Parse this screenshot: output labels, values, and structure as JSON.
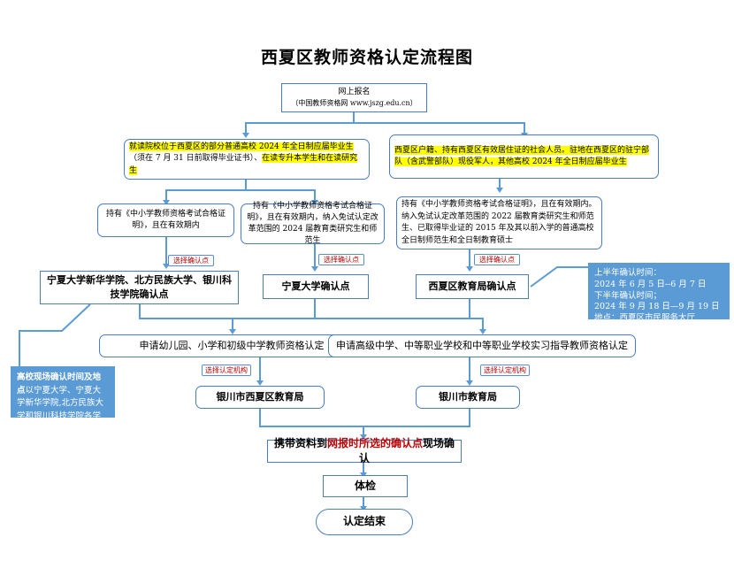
{
  "title": "西夏区教师资格认定流程图",
  "colors": {
    "line": "#5b9bd5",
    "box_border": "#4a7ebb",
    "highlight": "#ffff00",
    "note_fill": "#5b9bd5",
    "chip_text": "#c00000"
  },
  "nodes": {
    "apply_online": {
      "line1": "网上报名",
      "line2": "（中国教师资格网 www.jszg.edu.cn）"
    },
    "branch_left": {
      "seg1": "就读院校位于西夏区的部分普通高校 2024 年全日制应届毕业生",
      "seg2": "（须在 7 月 31 日前取得毕业证书）、",
      "seg3": "在读专升本学生和在读研究生"
    },
    "branch_right": {
      "seg1": "西夏区户籍、持有西夏区有效居住证的社会人员。驻地在西夏区的驻宁部队（含武警部队）现役军人，",
      "seg2": "其他高校 2024 年全日制应届毕业生"
    },
    "cond_left": "持有《中小学教师资格考试合格证明》，且在有效期内",
    "cond_mid": "持有《中小学教师资格考试合格证明》，且在有效期内，纳入免试认定改革范围的 2024 届教育类研究生和师范生",
    "cond_right": "持有《中小学教师资格考试合格证明》，且在有效期内。纳入免试认定改革范围的 2022 届教育类研究生和师范生、已取得毕业证的 2015 年及其以前入学的普通高校全日制师范生和全日制教育硕士",
    "point_left": "宁夏大学新华学院、北方民族大学、银川科技学院确认点",
    "point_mid": "宁夏大学确认点",
    "point_right": "西夏区教育局确认点",
    "apply_kinder": "申请幼儿园、小学和初级中学教师资格认定",
    "apply_senior": "申请高级中学、中等职业学校和中等职业学校实习指导教师资格认定",
    "bureau_xixia": "银川市西夏区教育局",
    "bureau_yinchuan": "银川市教育局",
    "onsite": {
      "pre": "携带资料到",
      "emph": "网报时所选的确认点",
      "post": "现场确认"
    },
    "physical": "体检",
    "end": "认定结束"
  },
  "chips": {
    "choose_point": "选择确认点",
    "choose_agency": "选择认定机构"
  },
  "notes": {
    "university_note": {
      "bold": "高校现场确认时间及地点",
      "rest": "以宁夏大学、宁夏大学新华学院,北方民族大学和银川科技学院各学校通知公告为准"
    },
    "schedule_note": {
      "l1": "上半年确认时间：",
      "l2": "2024 年 6 月 5 日--6 月 7 日",
      "l3": "下半年确认时间；",
      "l4": "2024 年 9 月 18 日—9 月 19 日",
      "l5": "地点：西夏区市民服务大厅"
    }
  }
}
